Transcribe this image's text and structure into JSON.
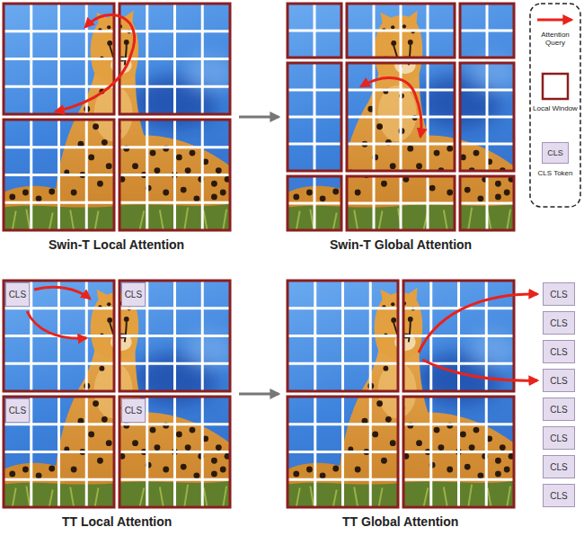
{
  "diagram": {
    "nodes": [
      {
        "text": [
          "CLS"
        ]
      },
      {
        "text": [
          "CLS"
        ]
      },
      {
        "text": [
          "CLS"
        ]
      },
      {
        "text": [
          "CLS"
        ]
      },
      {
        "text": [
          "CLS"
        ]
      },
      {
        "text": [
          "CLS"
        ]
      },
      {
        "text": [
          "CLS"
        ]
      },
      {
        "text": [
          "CLS"
        ]
      },
      {
        "text": [
          "CLS"
        ]
      },
      {
        "text": [
          "CLS"
        ]
      },
      {
        "text": [
          "CLS"
        ]
      },
      {
        "text": [
          "CLS"
        ]
      }
    ],
    "labels": [
      "Swin-T Local Attention",
      "Swin-T Global Attention",
      "TT Local Attention",
      "TT Global Attention",
      "CLS"
    ],
    "legend": [
      {
        "text": "Attention Query"
      },
      {
        "text": "Local Window"
      },
      {
        "text": "CLS Token",
        "color": "#e4dbef"
      }
    ]
  }
}
